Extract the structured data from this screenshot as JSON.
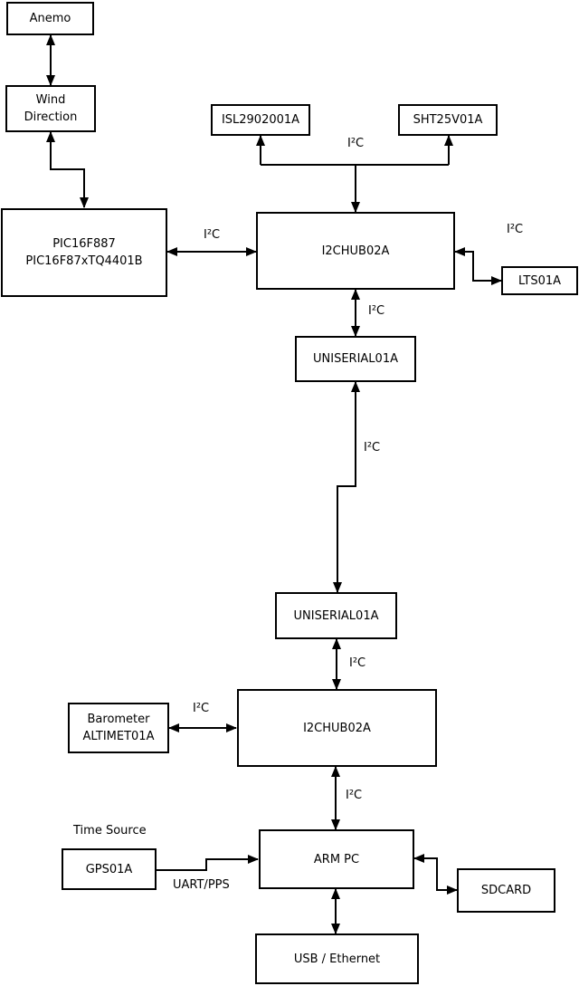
{
  "nodes": {
    "anemo": {
      "label": "Anemo"
    },
    "wind_direction": {
      "line1": "Wind",
      "line2": "Direction"
    },
    "pic": {
      "line1": "PIC16F887",
      "line2": "PIC16F87xTQ4401B"
    },
    "isl": {
      "label": "ISL2902001A"
    },
    "sht": {
      "label": "SHT25V01A"
    },
    "i2c_hub_top": {
      "label": "I2CHUB02A"
    },
    "lts": {
      "label": "LTS01A"
    },
    "uniserial_upper": {
      "label": "UNISERIAL01A"
    },
    "uniserial_lower": {
      "label": "UNISERIAL01A"
    },
    "barometer": {
      "line1": "Barometer",
      "line2": "ALTIMET01A"
    },
    "i2c_hub_bottom": {
      "label": "I2CHUB02A"
    },
    "gps": {
      "label": "GPS01A"
    },
    "arm_pc": {
      "label": "ARM PC"
    },
    "sdcard": {
      "label": "SDCARD"
    },
    "usb_ethernet": {
      "label": "USB / Ethernet"
    }
  },
  "edge_labels": {
    "i2c": "I²C",
    "time_source": "Time Source",
    "uart_pps": "UART/PPS"
  },
  "edges": [
    {
      "from": "Anemo",
      "to": "Wind Direction",
      "bidirectional": true,
      "label": ""
    },
    {
      "from": "Wind Direction",
      "to": "PIC16F887 PIC16F87xTQ4401B",
      "bidirectional": true,
      "label": ""
    },
    {
      "from": "PIC16F887 PIC16F87xTQ4401B",
      "to": "I2CHUB02A (top)",
      "bidirectional": true,
      "label": "I²C"
    },
    {
      "from": "I2CHUB02A (top)",
      "to": "ISL2902001A",
      "bidirectional": true,
      "label": "I²C"
    },
    {
      "from": "I2CHUB02A (top)",
      "to": "SHT25V01A",
      "bidirectional": true,
      "label": "I²C"
    },
    {
      "from": "I2CHUB02A (top)",
      "to": "LTS01A",
      "bidirectional": true,
      "label": "I²C"
    },
    {
      "from": "I2CHUB02A (top)",
      "to": "UNISERIAL01A (upper)",
      "bidirectional": true,
      "label": "I²C"
    },
    {
      "from": "UNISERIAL01A (upper)",
      "to": "UNISERIAL01A (lower)",
      "bidirectional": true,
      "label": "I²C"
    },
    {
      "from": "UNISERIAL01A (lower)",
      "to": "I2CHUB02A (bottom)",
      "bidirectional": true,
      "label": "I²C"
    },
    {
      "from": "Barometer ALTIMET01A",
      "to": "I2CHUB02A (bottom)",
      "bidirectional": true,
      "label": "I²C"
    },
    {
      "from": "I2CHUB02A (bottom)",
      "to": "ARM PC",
      "bidirectional": true,
      "label": "I²C"
    },
    {
      "from": "GPS01A",
      "to": "ARM PC",
      "bidirectional": false,
      "label": "UART/PPS"
    },
    {
      "from": "ARM PC",
      "to": "SDCARD",
      "bidirectional": true,
      "label": ""
    },
    {
      "from": "ARM PC",
      "to": "USB / Ethernet",
      "bidirectional": true,
      "label": ""
    }
  ],
  "colors": {
    "line": "#000000",
    "box_border": "#000000",
    "box_fill": "#ffffff",
    "background": "#ffffff",
    "text": "#000000"
  }
}
